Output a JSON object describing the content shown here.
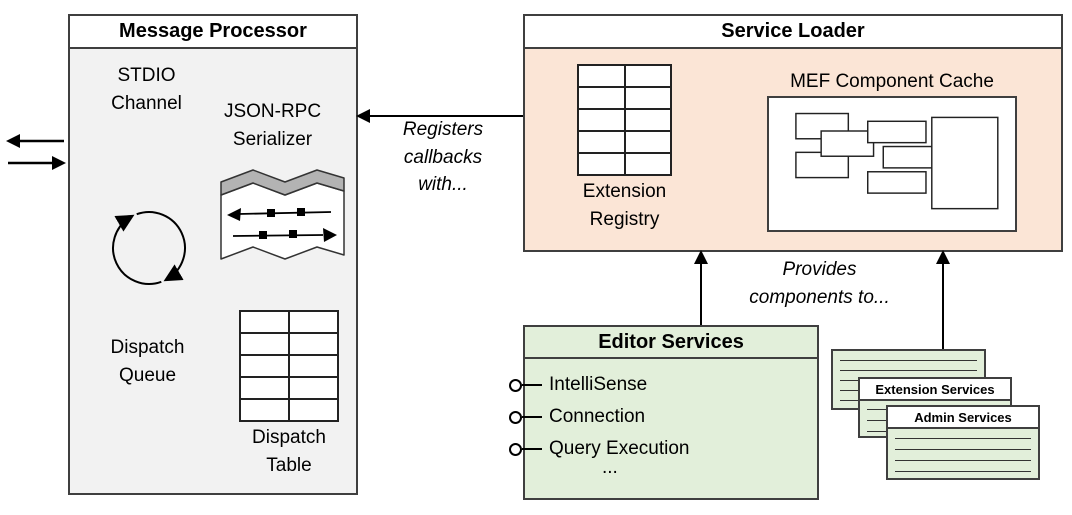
{
  "message_processor": {
    "title": "Message Processor",
    "stdio_channel_label": "STDIO\nChannel",
    "json_rpc_label": "JSON-RPC\nSerializer",
    "dispatch_queue_label": "Dispatch\nQueue",
    "dispatch_table_label": "Dispatch\nTable"
  },
  "service_loader": {
    "title": "Service Loader",
    "extension_registry_label": "Extension\nRegistry",
    "mef_cache_label": "MEF Component Cache"
  },
  "editor_services": {
    "title": "Editor Services",
    "items": [
      "IntelliSense",
      "Connection",
      "Query Execution",
      "..."
    ]
  },
  "stacked_services": {
    "extension_services_label": "Extension Services",
    "admin_services_label": "Admin Services"
  },
  "annotations": {
    "registers_callbacks": "Registers\ncallbacks\nwith...",
    "provides_components": "Provides\ncomponents to..."
  },
  "colors": {
    "processor_fill": "#f2f2f2",
    "loader_fill": "#fbe5d6",
    "services_fill": "#e2efda",
    "border": "#3f3f3f"
  }
}
